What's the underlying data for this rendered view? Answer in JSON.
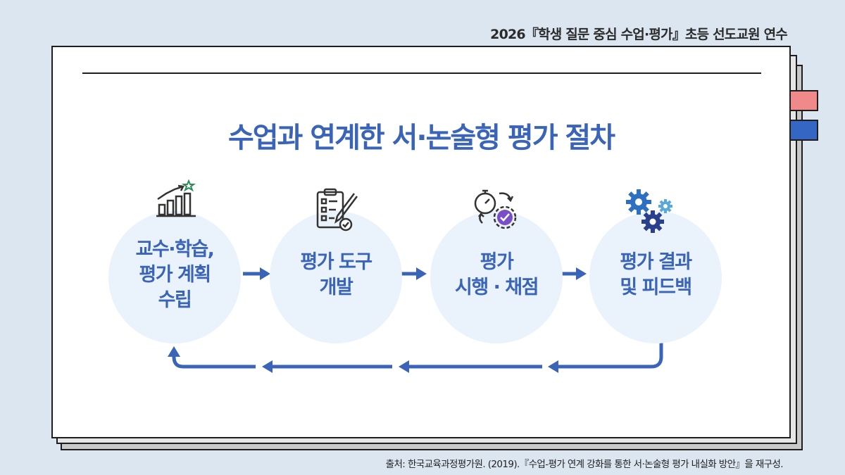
{
  "header": {
    "title": "2026『학생 질문 중심 수업·평가』초등 선도교원 연수"
  },
  "slide": {
    "title": "수업과 연계한 서·논술형 평가 절차",
    "steps": [
      {
        "lines": [
          "교수·학습,",
          "평가 계획",
          "수립"
        ],
        "icon": "growth-chart-star-icon"
      },
      {
        "lines": [
          "평가 도구",
          "개발"
        ],
        "icon": "clipboard-pen-icon"
      },
      {
        "lines": [
          "평가",
          "시행 · 채점"
        ],
        "icon": "timer-gear-check-icon"
      },
      {
        "lines": [
          "평가 결과",
          "및 피드백"
        ],
        "icon": "gears-icon"
      }
    ]
  },
  "footer": {
    "source": "출처: 한국교육과정평가원. (2019).『수업-평가 연계 강화를 통한 서·논술형 평가 내실화 방안』을 재구성."
  },
  "colors": {
    "accent": "#3a64b8",
    "circle": "#eaf3fb",
    "tab_red": "#f08a8a",
    "tab_blue": "#3666c4",
    "background": "#dbe6f0"
  }
}
